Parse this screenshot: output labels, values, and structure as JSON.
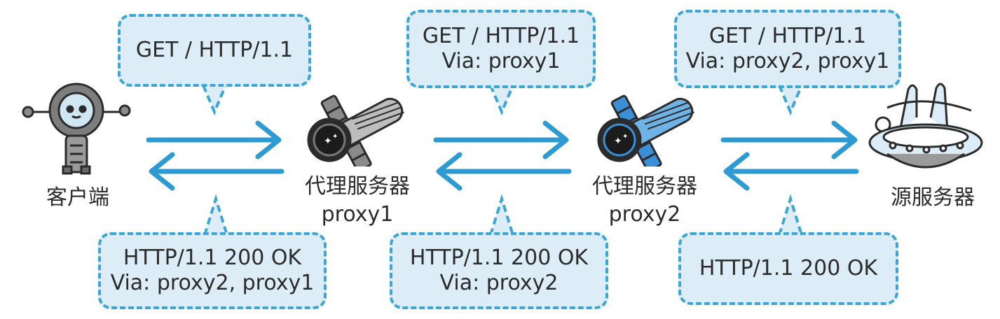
{
  "nodes": {
    "client": {
      "label": "客户端",
      "icon": "robot-icon"
    },
    "proxy1": {
      "label": "代理服务器",
      "sublabel": "proxy1",
      "icon": "satellite-icon"
    },
    "proxy2": {
      "label": "代理服务器",
      "sublabel": "proxy2",
      "icon": "satellite-icon"
    },
    "origin": {
      "label": "源服务器",
      "icon": "ufo-icon"
    }
  },
  "requests": [
    {
      "line1": "GET / HTTP/1.1",
      "line2": ""
    },
    {
      "line1": "GET / HTTP/1.1",
      "line2": "Via: proxy1"
    },
    {
      "line1": "GET / HTTP/1.1",
      "line2": "Via: proxy2, proxy1"
    }
  ],
  "responses": [
    {
      "line1": "HTTP/1.1 200 OK",
      "line2": "Via: proxy2, proxy1"
    },
    {
      "line1": "HTTP/1.1 200 OK",
      "line2": "Via: proxy2"
    },
    {
      "line1": "HTTP/1.1 200 OK",
      "line2": ""
    }
  ],
  "colors": {
    "bubble_fill": "#dcedf7",
    "bubble_border": "#3ea6d4",
    "arrow": "#2d9bd2",
    "proxy2_accent": "#3a8fd6"
  }
}
